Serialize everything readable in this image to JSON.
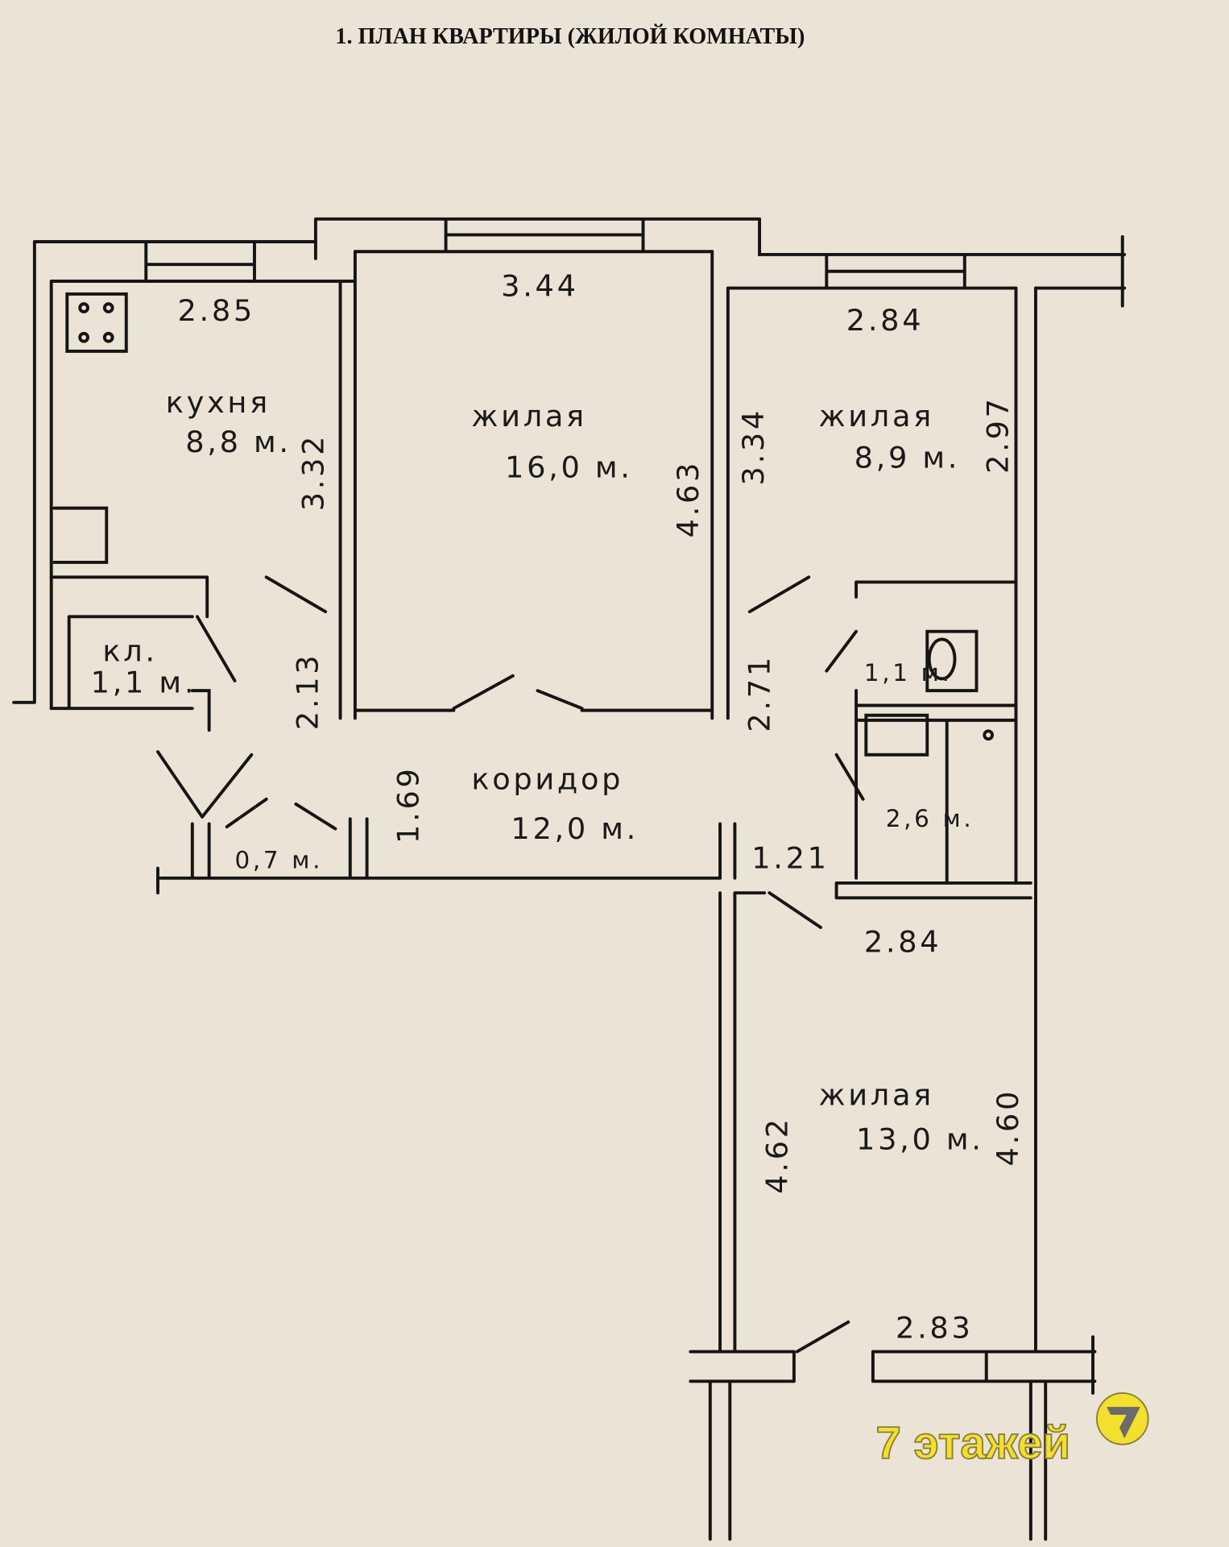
{
  "title": "1. ПЛАН КВАРТИРЫ (ЖИЛОЙ КОМНАТЫ)",
  "rooms": {
    "kitchen": {
      "name": "кухня",
      "area": "8,8 м."
    },
    "living_large": {
      "name": "жилая",
      "area": "16,0 м."
    },
    "living_small": {
      "name": "жилая",
      "area": "8,9 м."
    },
    "pantry": {
      "name": "кл.",
      "area": "1,1 м."
    },
    "corridor": {
      "name": "коридор",
      "area": "12,0 м."
    },
    "living_bottom": {
      "name": "жилая",
      "area": "13,0 м."
    },
    "toilet": {
      "area": "1,1 м."
    },
    "bathroom": {
      "area": "2,6 м."
    },
    "closet": {
      "area": "0,7 м."
    }
  },
  "dimensions": {
    "kitchen_width": "2.85",
    "living_large_width": "3.44",
    "living_small_width": "2.84",
    "kitchen_length": "3.32",
    "living_large_length": "4.63",
    "living_small_left": "3.34",
    "living_small_right": "2.97",
    "hall_left": "2.13",
    "hall_right": "2.71",
    "corridor_height": "1.69",
    "passage_width": "1.21",
    "living_bottom_width": "2.84",
    "living_bottom_left": "4.62",
    "living_bottom_right": "4.60",
    "balcony_width": "2.83"
  },
  "watermark": {
    "text": "7 этажей",
    "logo_digit": "7",
    "color": "#f3df2e"
  }
}
